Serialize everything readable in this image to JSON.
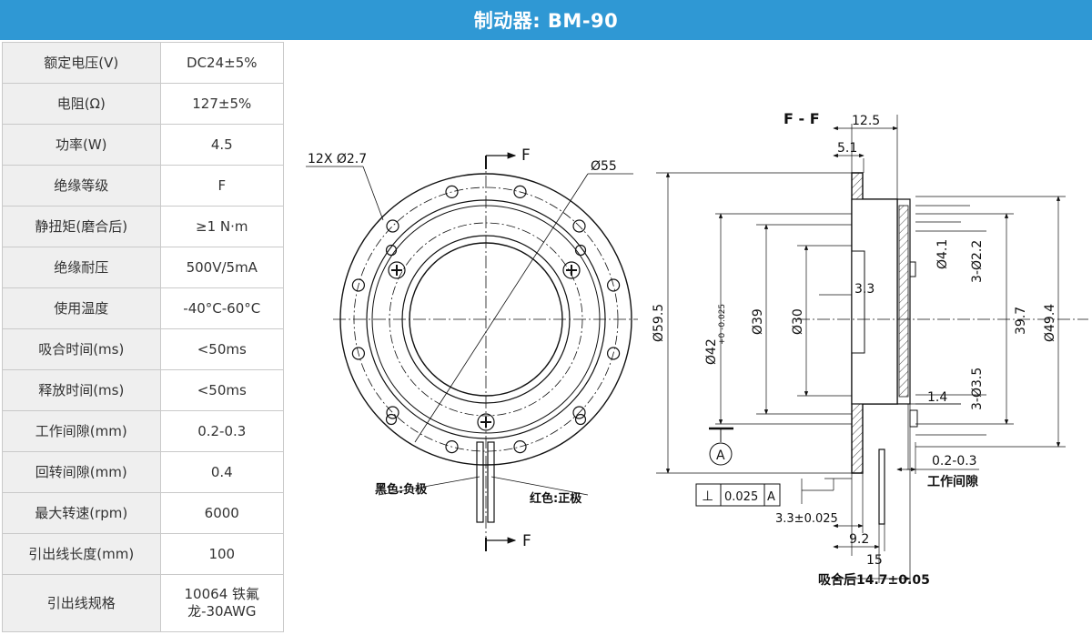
{
  "title": "制动器: BM-90",
  "specs": [
    {
      "label": "额定电压(V)",
      "value": "DC24±5%"
    },
    {
      "label": "电阻(Ω)",
      "value": "127±5%"
    },
    {
      "label": "功率(W)",
      "value": "4.5"
    },
    {
      "label": "绝缘等级",
      "value": "F"
    },
    {
      "label": "静扭矩(磨合后)",
      "value": "≥1 N·m"
    },
    {
      "label": "绝缘耐压",
      "value": "500V/5mA"
    },
    {
      "label": "使用温度",
      "value": "-40°C-60°C"
    },
    {
      "label": "吸合时间(ms)",
      "value": "<50ms"
    },
    {
      "label": "释放时间(ms)",
      "value": "<50ms"
    },
    {
      "label": "工作间隙(mm)",
      "value": "0.2-0.3"
    },
    {
      "label": "回转间隙(mm)",
      "value": "0.4"
    },
    {
      "label": "最大转速(rpm)",
      "value": "6000"
    },
    {
      "label": "引出线长度(mm)",
      "value": "100"
    },
    {
      "label": "引出线规格",
      "value": "10064 铁氟龙-30AWG"
    }
  ],
  "front_view": {
    "holes_label": "12X Ø2.7",
    "outer_dia": "Ø55",
    "section_mark_top": "F",
    "section_mark_bottom": "F",
    "black_wire": "黑色:负极",
    "red_wire": "红色:正极"
  },
  "section_view": {
    "title": "F - F",
    "dim_12_5": "12.5",
    "dim_5_1": "5.1",
    "dim_59_5": "Ø59.5",
    "dim_42_main": "Ø42",
    "dim_42_tol": "+0 -0.025",
    "dim_39": "Ø39",
    "dim_30": "Ø30",
    "dim_3_3": "3.3",
    "dim_4_1": "Ø4.1",
    "dim_3_2_2": "3-Ø2.2",
    "dim_39_7": "39.7",
    "dim_49_4": "Ø49.4",
    "dim_3_3_5": "3-Ø3.5",
    "dim_1_4": "1.4",
    "datum_label": "A",
    "tolerance_symbol": "⊥",
    "tolerance_value": "0.025",
    "tolerance_datum": "A",
    "dim_3_3_tol": "3.3±0.025",
    "dim_9_2": "9.2",
    "dim_15": "15",
    "dim_0_2_0_3": "0.2-0.3",
    "gap_label": "工作间隙",
    "pull_in_label": "吸合后14.7±0.05"
  }
}
